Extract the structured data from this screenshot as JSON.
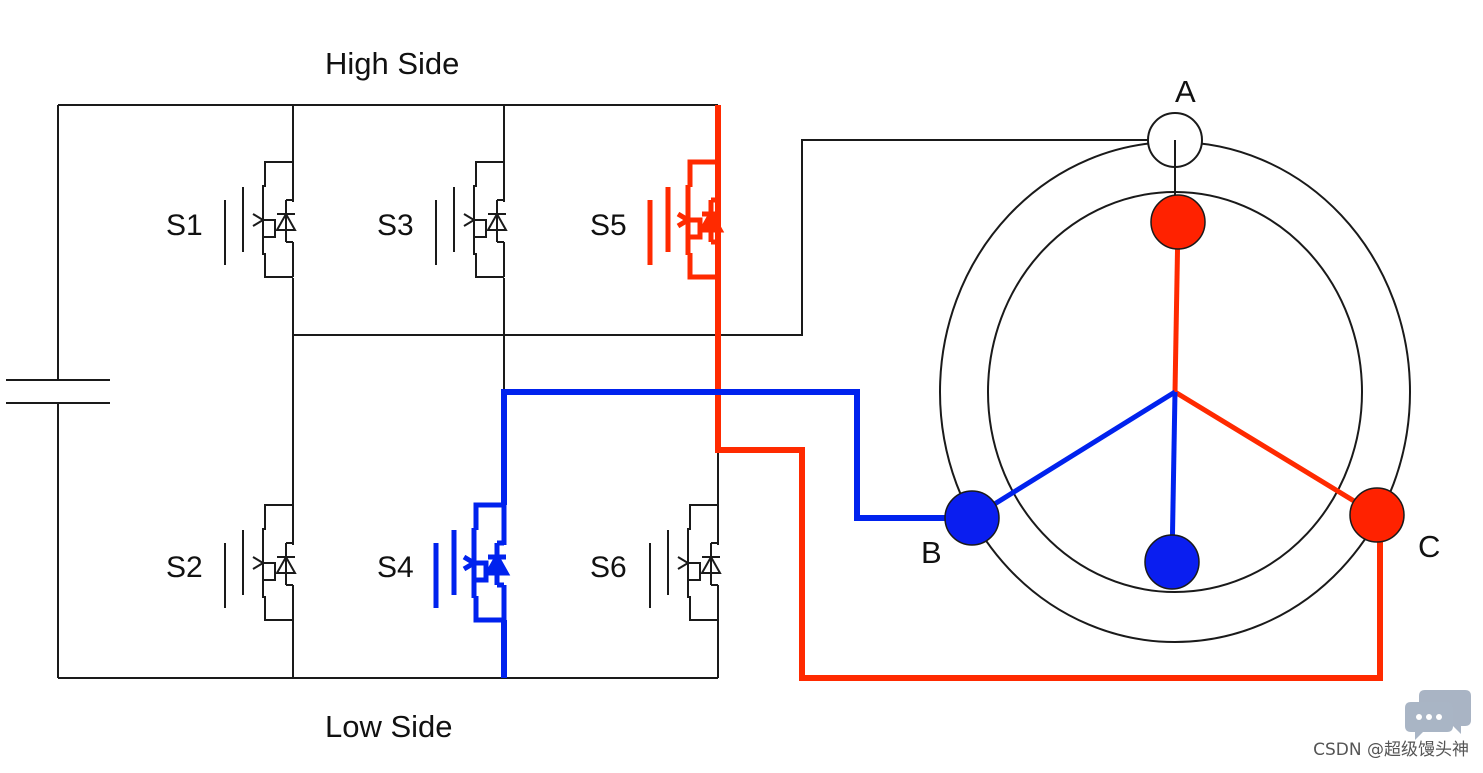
{
  "labels": {
    "high_side": "High Side",
    "low_side": "Low Side",
    "switches": [
      "S1",
      "S2",
      "S3",
      "S4",
      "S5",
      "S6"
    ],
    "phases": {
      "a": "A",
      "b": "B",
      "c": "C"
    }
  },
  "watermark": "CSDN @超级馒头神",
  "colors": {
    "wire": "#1a1a1a",
    "active_high": "#ff2a00",
    "active_low": "#0022ee",
    "node_red": "#ff2200",
    "node_blue": "#0a1ef0",
    "icon": "#9aa7b8"
  },
  "active": {
    "high_switch": "S5",
    "low_switch": "S4"
  },
  "icons": {
    "watermark": "chat-bubble-icon"
  }
}
